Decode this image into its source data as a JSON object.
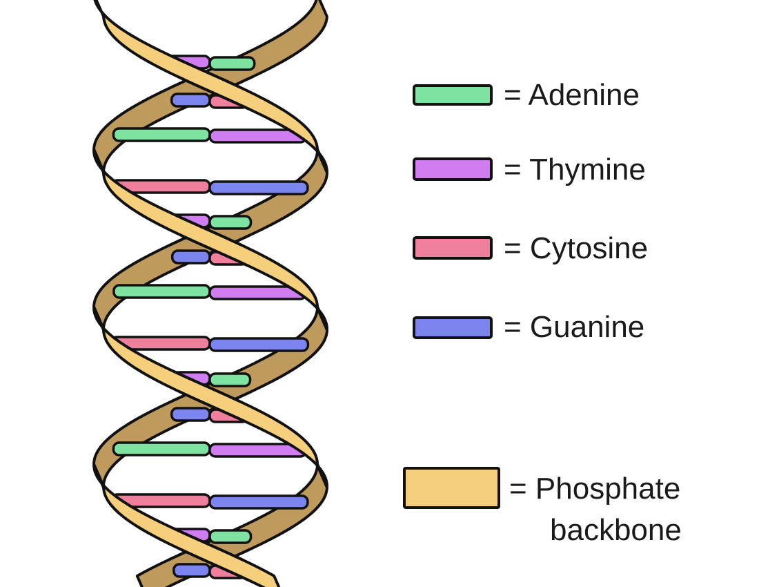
{
  "colors": {
    "adenine": "#7ee2a0",
    "thymine": "#cf7df0",
    "cytosine": "#ee7f9d",
    "guanine": "#7b84ef",
    "backbone_front": "#f6cf7c",
    "backbone_back": "#bf9a5d",
    "outline": "#111111"
  },
  "base_pairs": [
    [
      "thymine",
      "adenine"
    ],
    [
      "guanine",
      "cytosine"
    ],
    [
      "adenine",
      "thymine"
    ],
    [
      "cytosine",
      "guanine"
    ]
  ],
  "legend": {
    "adenine": "= Adenine",
    "thymine": "= Thymine",
    "cytosine": "= Cytosine",
    "guanine": "= Guanine",
    "backbone_line1": "= Phosphate",
    "backbone_line2": "backbone"
  }
}
